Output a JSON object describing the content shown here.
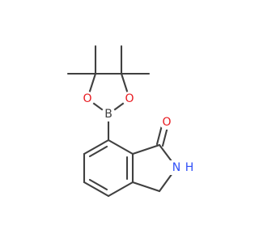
{
  "molecule": {
    "atoms": [
      {
        "id": "B",
        "symbol": "B",
        "color": "#404040"
      },
      {
        "id": "O1",
        "symbol": "O",
        "color": "#e8191f"
      },
      {
        "id": "O2",
        "symbol": "O",
        "color": "#e8191f"
      },
      {
        "id": "O3",
        "symbol": "O",
        "color": "#e8191f"
      },
      {
        "id": "N",
        "symbol": "N",
        "color": "#3050f8"
      },
      {
        "id": "H",
        "symbol": "H",
        "color": "#3050f8"
      }
    ],
    "bond_color": "#404040",
    "background": "#ffffff"
  }
}
